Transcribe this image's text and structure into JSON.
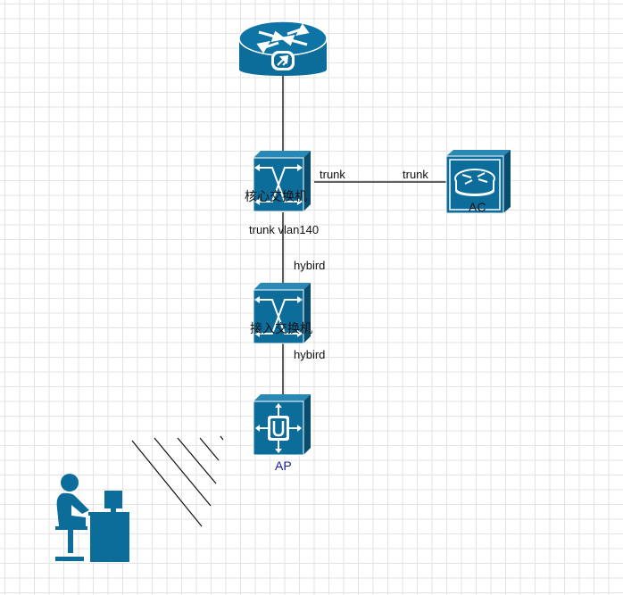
{
  "colors": {
    "device_fill": "#0c6d9b",
    "device_dark": "#064d70",
    "device_light": "#2a88b5",
    "line": "#000000",
    "ap_label": "#1a1aa6"
  },
  "nodes": {
    "router": {
      "icon": "router-icon",
      "label": ""
    },
    "core_switch": {
      "icon": "switch-icon",
      "label": "核心交换机"
    },
    "ac": {
      "icon": "wireless-controller-icon",
      "label": "AC"
    },
    "access_switch": {
      "icon": "switch-icon",
      "label": "接入交换机"
    },
    "ap": {
      "icon": "access-point-icon",
      "label": "AP"
    },
    "user": {
      "icon": "user-at-computer-icon",
      "label": ""
    }
  },
  "links": {
    "core_ac_left": "trunk",
    "core_ac_right": "trunk",
    "core_access_top": "trunk vlan140",
    "core_access_bottom": "hybird",
    "access_ap": "hybird"
  }
}
